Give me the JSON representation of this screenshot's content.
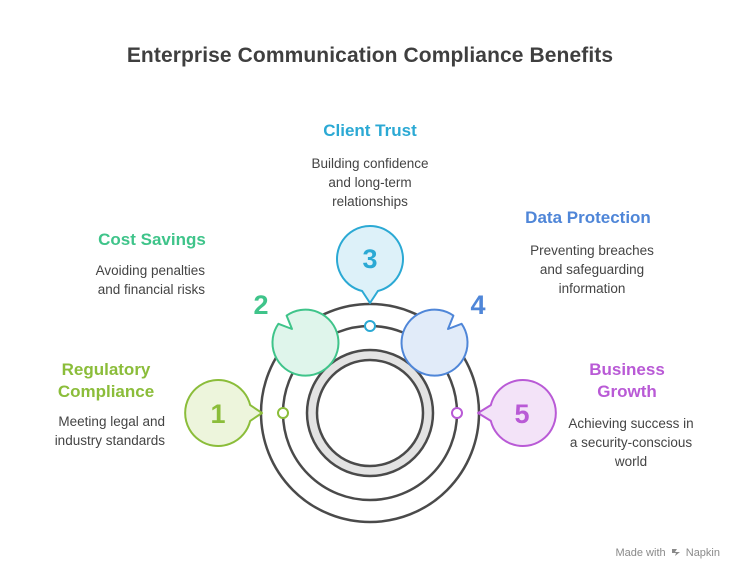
{
  "title": "Enterprise Communication Compliance Benefits",
  "items": [
    {
      "number": "1",
      "label": "Regulatory Compliance",
      "label_lines": [
        "Regulatory",
        "Compliance"
      ],
      "desc_lines": [
        "Meeting legal and",
        "industry standards"
      ],
      "color": "#8bbd3a",
      "fill": "#edf5dc",
      "icon": "speech-bubble"
    },
    {
      "number": "2",
      "label": "Cost Savings",
      "label_lines": [
        "Cost Savings"
      ],
      "desc_lines": [
        "Avoiding penalties",
        "and financial risks"
      ],
      "color": "#3fc48a",
      "fill": "#dff5eb",
      "icon": "speech-bubble"
    },
    {
      "number": "3",
      "label": "Client Trust",
      "label_lines": [
        "Client Trust"
      ],
      "desc_lines": [
        "Building confidence",
        "and long-term",
        "relationships"
      ],
      "color": "#2ba9d4",
      "fill": "#ddf1f9",
      "icon": "speech-bubble"
    },
    {
      "number": "4",
      "label": "Data Protection",
      "label_lines": [
        "Data Protection"
      ],
      "desc_lines": [
        "Preventing breaches",
        "and safeguarding",
        "information"
      ],
      "color": "#4f86d8",
      "fill": "#e1ebf9",
      "icon": "speech-bubble"
    },
    {
      "number": "5",
      "label": "Business Growth",
      "label_lines": [
        "Business",
        "Growth"
      ],
      "desc_lines": [
        "Achieving success in",
        "a security-conscious",
        "world"
      ],
      "color": "#b95ad6",
      "fill": "#f3e3f8",
      "icon": "speech-bubble"
    }
  ],
  "footer": {
    "made_with": "Made with",
    "brand": "Napkin",
    "icon": "napkin-logo-icon"
  }
}
